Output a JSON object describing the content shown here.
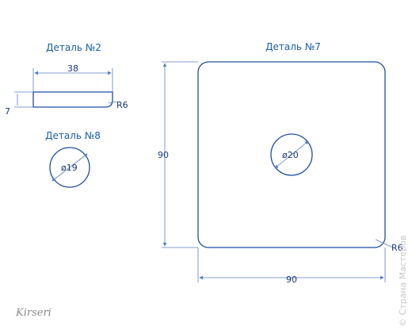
{
  "parts": {
    "part2": {
      "title": "Деталь №2",
      "width_dim": "38",
      "height_dim": "7",
      "radius_dim": "R6"
    },
    "part8": {
      "title": "Деталь №8",
      "diameter_dim": "ø19"
    },
    "part7": {
      "title": "Деталь №7",
      "width_dim": "90",
      "height_dim": "90",
      "hole_dim": "ø20",
      "radius_dim": "R6"
    }
  },
  "signature": "Kirseri",
  "watermark": "© Страна Мастеров",
  "colors": {
    "outline": "#1f4fa0",
    "text": "#1a5fa8",
    "dimension": "#1a3a78"
  }
}
